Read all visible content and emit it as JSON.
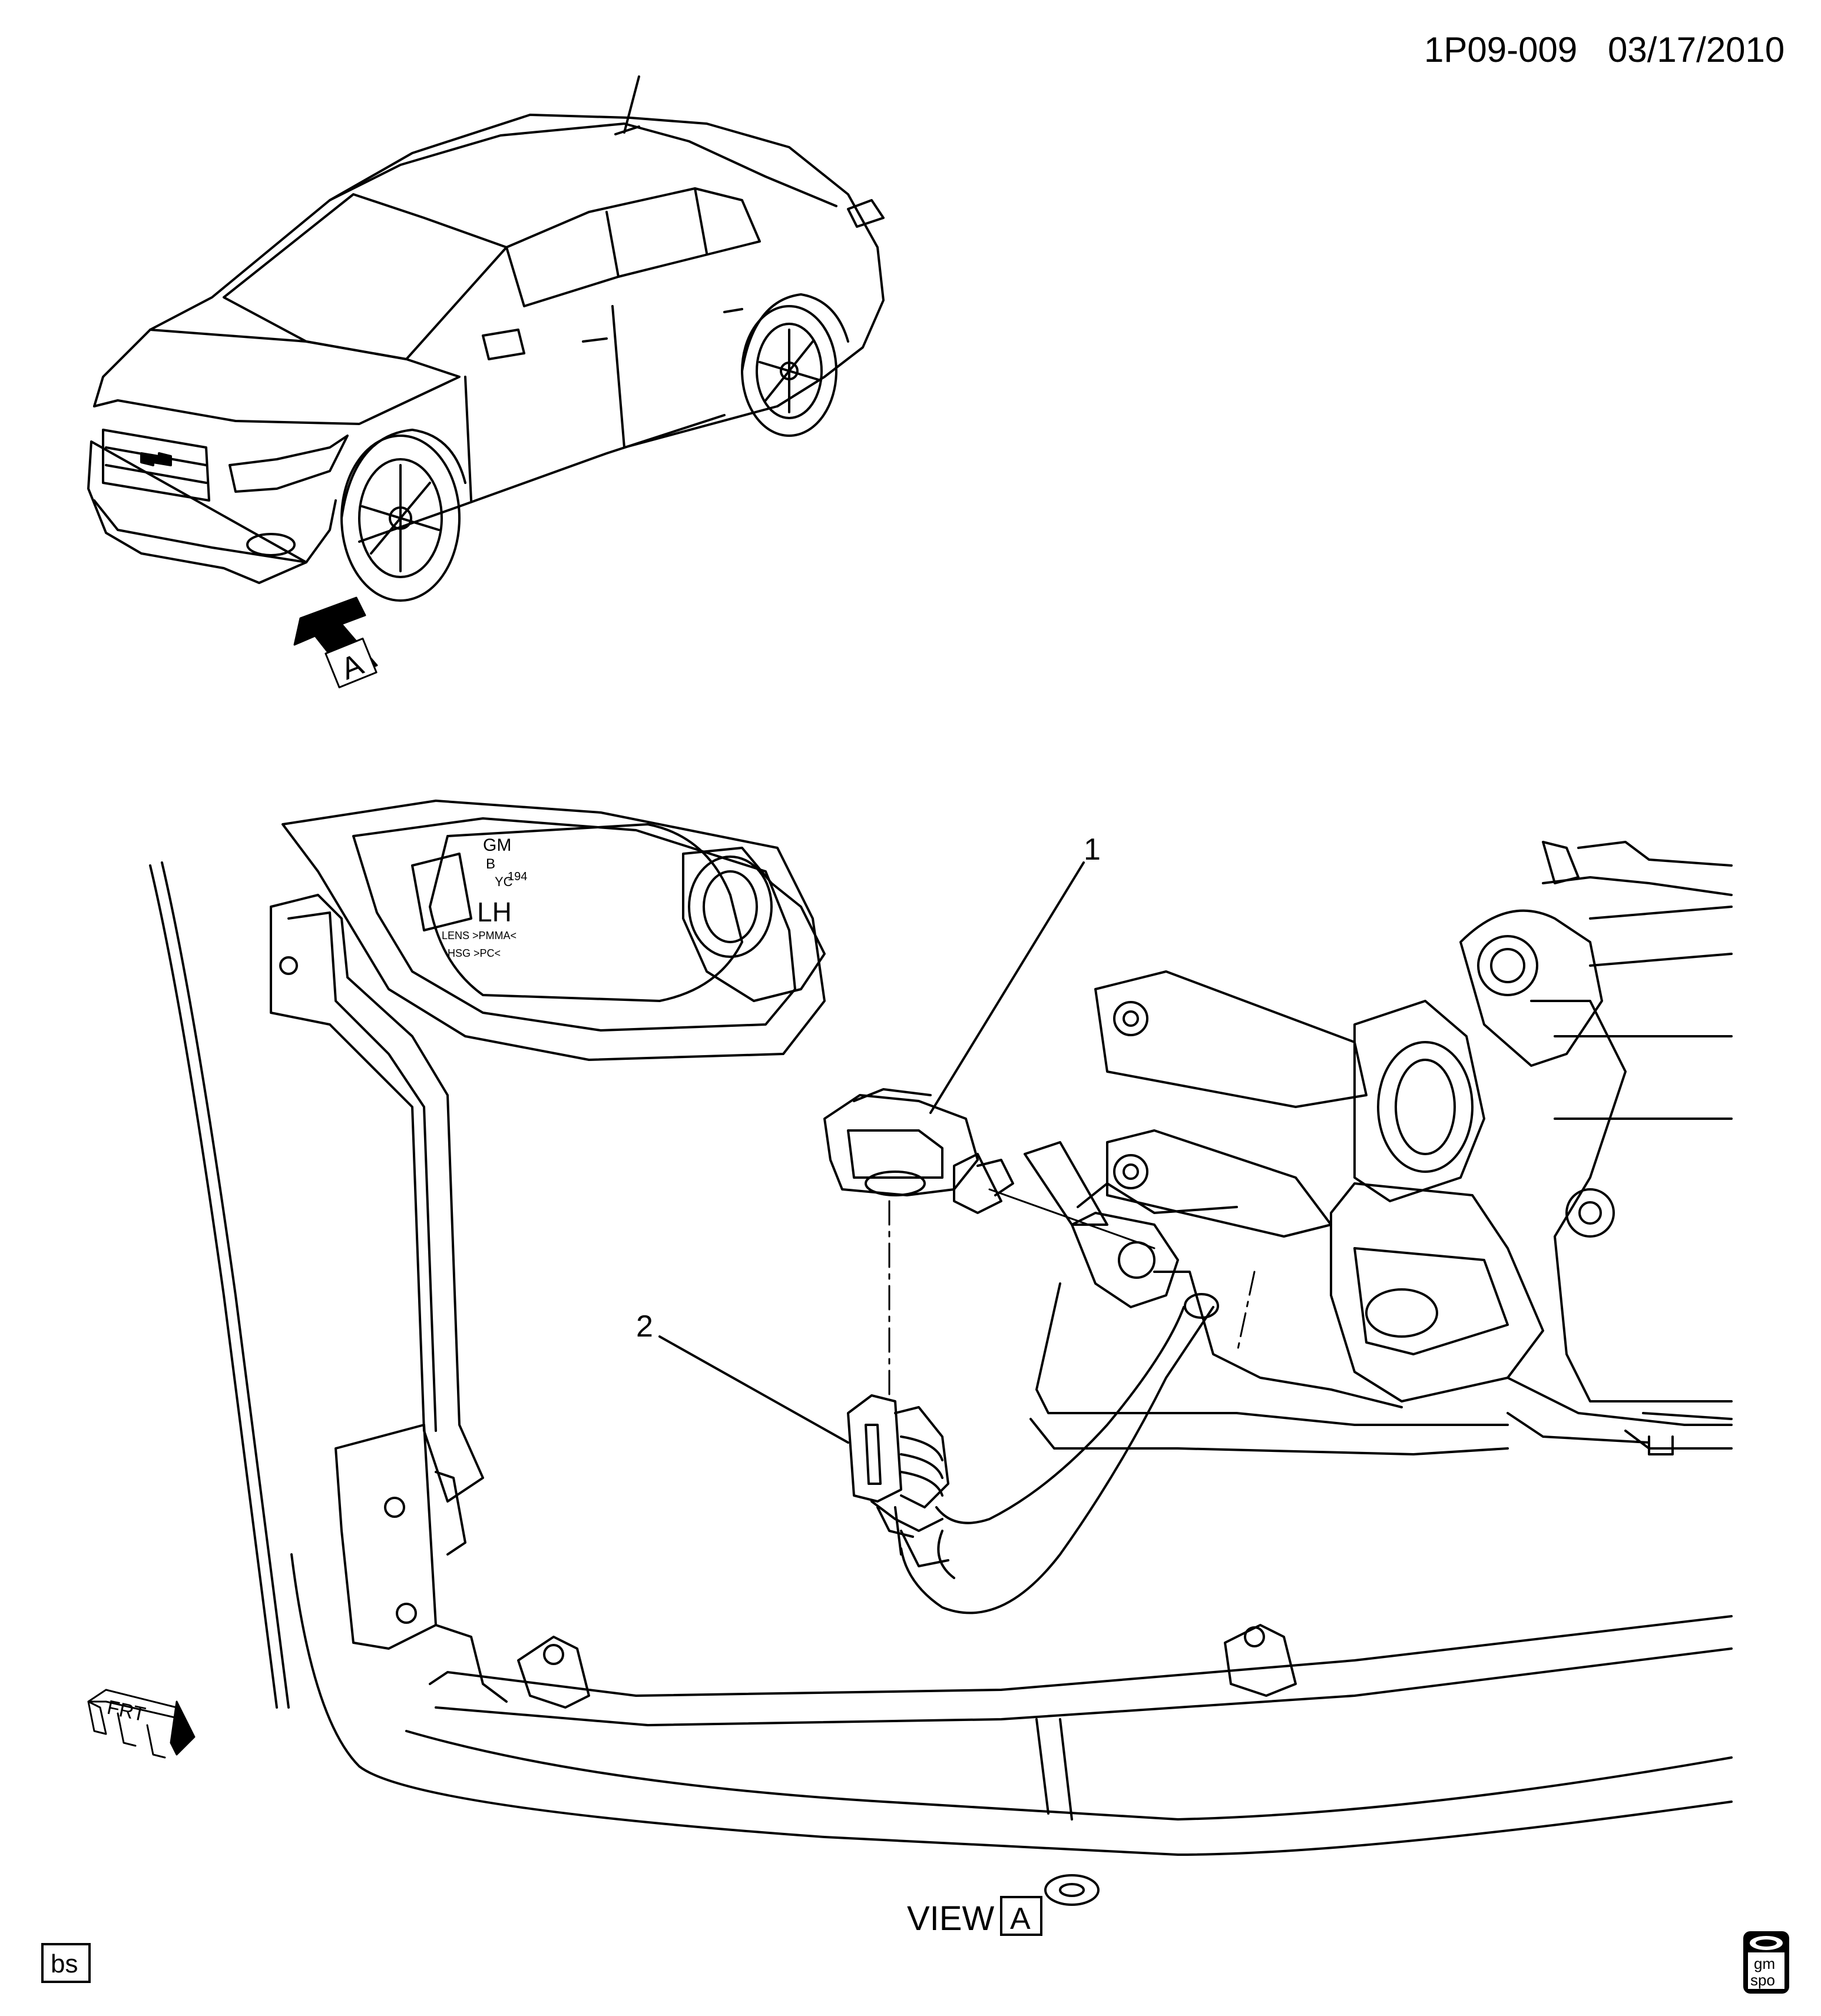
{
  "header": {
    "diagram_id": "1P09-009",
    "date": "03/17/2010"
  },
  "overview": {
    "view_marker_letter": "A"
  },
  "callouts": [
    {
      "number": "1"
    },
    {
      "number": "2"
    }
  ],
  "lamp_markings": [
    "GM",
    "B",
    "194",
    "YC",
    "LH",
    "LENS >PMMA<",
    "HSG >PC<"
  ],
  "direction_marker": {
    "label": "FRT"
  },
  "view_caption": {
    "text": "VIEW",
    "letter": "A"
  },
  "footer": {
    "drafter_initials": "bs",
    "logo_text_line1": "gm",
    "logo_text_line2": "spo"
  }
}
